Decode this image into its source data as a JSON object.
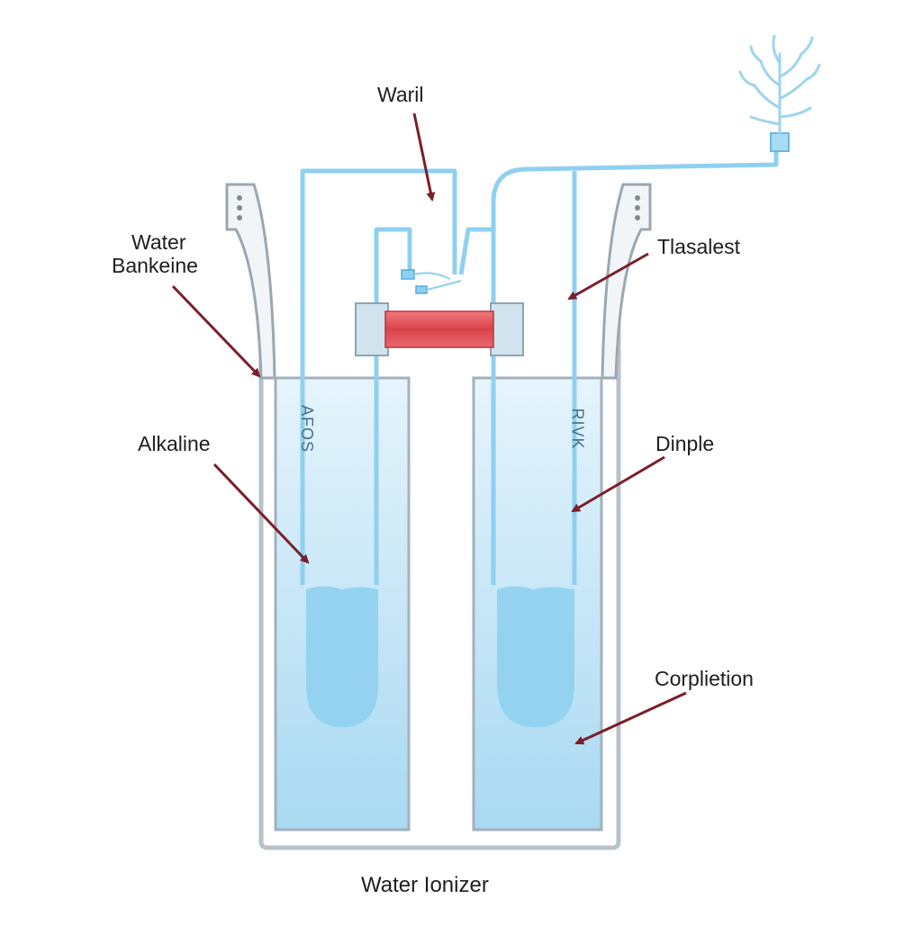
{
  "diagram": {
    "title": "Water Ionizer",
    "labels": {
      "top": "Waril",
      "left_top_line1": "Water",
      "left_top_line2": "Bankeine",
      "left_mid": "Alkaline",
      "right_top": "Tlasalest",
      "right_mid": "Dinple",
      "right_bottom": "Corplietion"
    },
    "tank_text": {
      "left": "AFOS",
      "right": "RIVK"
    },
    "colors": {
      "water": "#bfe2f6",
      "water_deep": "#8fd0f0",
      "outline": "#9aa8b2",
      "pipe": "#8fd0f0",
      "heater": "#e0565b",
      "arrow": "#7a1f2b"
    },
    "icons": [
      "plant-icon",
      "faucet-icon",
      "grip-dots-icon"
    ]
  }
}
